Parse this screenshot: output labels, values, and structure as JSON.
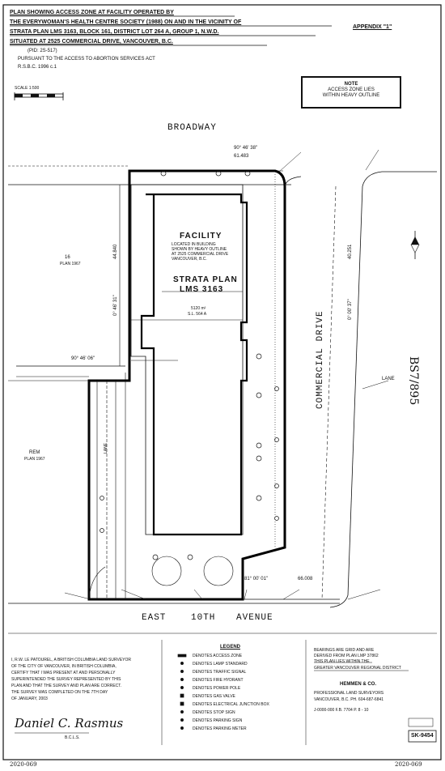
{
  "header": {
    "title_lines": [
      "PLAN SHOWING ACCESS ZONE AT FACILITY OPERATED BY",
      "THE EVERYWOMAN'S HEALTH CENTRE SOCIETY (1988) ON AND IN THE VICINITY OF",
      "STRATA PLAN LMS 3163, BLOCK 161, DISTRICT LOT 264 A, GROUP 1, N.W.D.",
      "SITUATED AT 2525 COMMERCIAL DRIVE, VANCOUVER, B.C."
    ],
    "appendix": "APPENDIX \"1\"",
    "reference": "(PID: 2S-517)",
    "pursuant_lines": [
      "PURSUANT TO THE ACCESS TO ABORTION SERVICES ACT",
      "R.S.B.C. 1996 c.1"
    ],
    "scale_label": "SCALE 1:500"
  },
  "note_box": {
    "lines": [
      "NOTE",
      "ACCESS ZONE LIES",
      "WITHIN HEAVY OUTLINE"
    ]
  },
  "streets": {
    "north": "BROADWAY",
    "south_left": "EAST",
    "south_mid": "10TH",
    "south_right": "AVENUE",
    "east": "COMMERCIAL DRIVE"
  },
  "parcel": {
    "facility": "FACILITY",
    "strata_line1": "STRATA PLAN",
    "strata_line2": "LMS 3163",
    "facility_desc": [
      "LOCATED IN BUILDING",
      "SHOWN BY HEAVY OUTLINE",
      "AT 2525 COMMERCIAL DRIVE",
      "VANCOUVER, B.C."
    ],
    "area_line1": "5120 m²",
    "area_line2": "S.L. 564 A"
  },
  "dimensions": {
    "top_angle": "90° 46' 38\"",
    "top_length": "61.483",
    "left_dim": "44.840",
    "left_angle": "0° 46' 31\"",
    "left_cross": "90° 46' 06\"",
    "right_dim": "40.251",
    "bottom_angle": "81° 00' 01\"",
    "bottom_dim": "66.008",
    "east_angle": "0° 00' 37\""
  },
  "side_labels": {
    "lot_left_top": "16",
    "lot_left_sub": "PLAN 1967",
    "lane_left": "LANE",
    "lot_left_bottom": "REM",
    "lot_left_bottom_sub": "PLAN 1967",
    "lane_right": "LANE",
    "handwritten_side": "BS7/895"
  },
  "certification": {
    "lines": [
      "I, R.W. LE PATOUREL, A BRITISH COLUMBIA LAND SURVEYOR",
      "OF THE CITY OF VANCOUVER, IN BRITISH COLUMBIA,",
      "CERTIFY THAT I WAS PRESENT AT AND PERSONALLY",
      "SUPERINTENDED THE SURVEY REPRESENTED BY THIS",
      "PLAN AND THAT THE SURVEY AND PLAN ARE CORRECT.",
      "THE SURVEY WAS COMPLETED ON THE 7TH DAY",
      "OF JANUARY, 2003"
    ],
    "signature": "Daniel C. Rasmus",
    "signature_title": "B.C.L.S."
  },
  "legend": {
    "title": "LEGEND",
    "items": [
      "DENOTES ACCESS ZONE",
      "DENOTES LAMP STANDARD",
      "DENOTES TRAFFIC SIGNAL",
      "DENOTES FIRE HYDRANT",
      "DENOTES POWER POLE",
      "DENOTES GAS VALVE",
      "DENOTES ELECTRICAL JUNCTION BOX",
      "DENOTES STOP SIGN",
      "DENOTES PARKING SIGN",
      "DENOTES PARKING METER"
    ]
  },
  "right_block": {
    "lines": [
      "BEARINGS ARE GRID AND ARE",
      "DERIVED FROM PLAN LMP 37862",
      "THIS PLAN LIES WITHIN THE",
      "GREATER VANCOUVER REGIONAL DISTRICT"
    ],
    "firm_name": "HEMMEN & CO.",
    "firm_sub": "PROFESSIONAL LAND SURVEYORS",
    "firm_address": "VANCOUVER, B.C.   PH. 604-687-6841",
    "file_line": "J-0000-000   F.B. 7704   P. 8 - 10",
    "drawing_no": "SK-9454"
  },
  "footer": {
    "left": "2020-069",
    "right": "2020-069"
  }
}
